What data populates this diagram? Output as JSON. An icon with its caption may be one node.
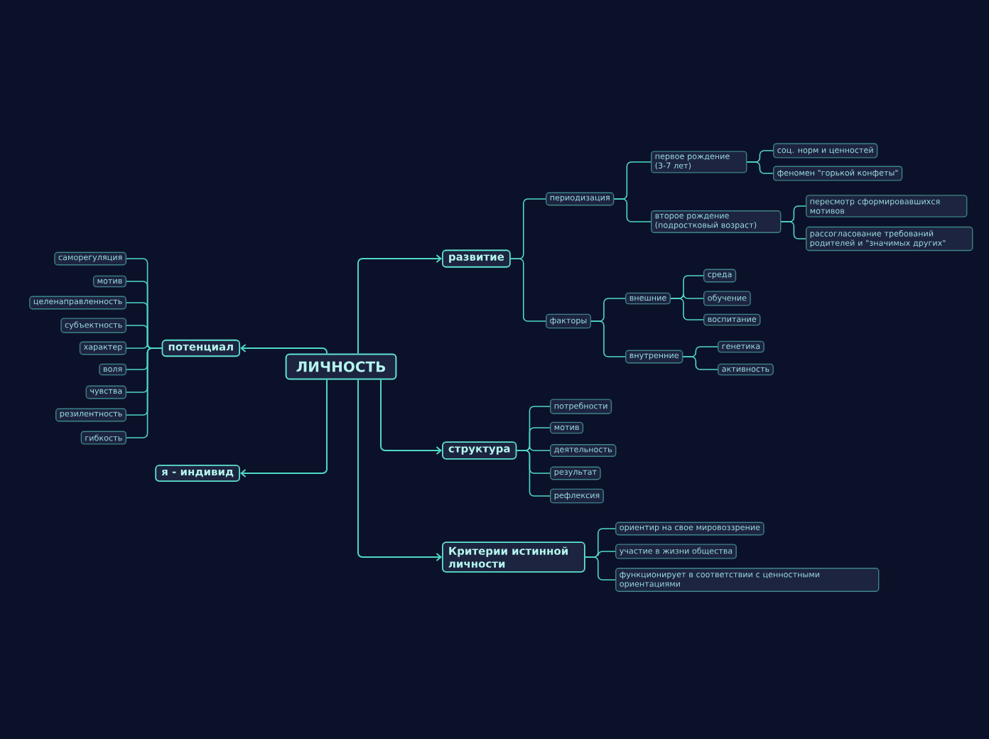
{
  "diagram": {
    "nodes": [
      {
        "text": [
          "ЛИЧНОСТЬ"
        ]
      },
      {
        "text": [
          "развитие"
        ]
      },
      {
        "text": [
          "периодизация"
        ]
      },
      {
        "text": [
          "первое рождение (3-7 лет)"
        ]
      },
      {
        "text": [
          "соц. норм и ценностей"
        ]
      },
      {
        "text": [
          "феномен \"горькой конфеты\""
        ]
      },
      {
        "text": [
          "второе рождение (подростковый возраст)"
        ]
      },
      {
        "text": [
          "пересмотр сформировавшихся мотивов"
        ]
      },
      {
        "text": [
          "рассогласование требований родителей и \"значимых других\""
        ]
      },
      {
        "text": [
          "факторы"
        ]
      },
      {
        "text": [
          "внешние"
        ]
      },
      {
        "text": [
          "среда"
        ]
      },
      {
        "text": [
          "обучение"
        ]
      },
      {
        "text": [
          "воспитание"
        ]
      },
      {
        "text": [
          "внутренние"
        ]
      },
      {
        "text": [
          "генетика"
        ]
      },
      {
        "text": [
          "активность"
        ]
      },
      {
        "text": [
          "структура"
        ]
      },
      {
        "text": [
          "потребности"
        ]
      },
      {
        "text": [
          "мотив"
        ]
      },
      {
        "text": [
          "деятельность"
        ]
      },
      {
        "text": [
          "результат"
        ]
      },
      {
        "text": [
          "рефлексия"
        ]
      },
      {
        "text": [
          "Критерии истинной личности"
        ]
      },
      {
        "text": [
          "ориентир на свое мировоззрение"
        ]
      },
      {
        "text": [
          "участие в жизни общества"
        ]
      },
      {
        "text": [
          "функционирует в соответствии с ценностными ориентациями"
        ]
      },
      {
        "text": [
          "потенциал"
        ]
      },
      {
        "text": [
          "саморегуляция"
        ]
      },
      {
        "text": [
          "мотив"
        ]
      },
      {
        "text": [
          "целенаправленность"
        ]
      },
      {
        "text": [
          "субъектность"
        ]
      },
      {
        "text": [
          "характер"
        ]
      },
      {
        "text": [
          "воля"
        ]
      },
      {
        "text": [
          "чувства"
        ]
      },
      {
        "text": [
          "резилентность"
        ]
      },
      {
        "text": [
          "гибкость"
        ]
      },
      {
        "text": [
          "я - индивид"
        ]
      }
    ],
    "edges": [
      {
        "from": 0,
        "to": 1,
        "arrow": "to"
      },
      {
        "from": 1,
        "to": 2,
        "arrow": "none"
      },
      {
        "from": 2,
        "to": 3,
        "arrow": "none"
      },
      {
        "from": 3,
        "to": 4,
        "arrow": "none"
      },
      {
        "from": 3,
        "to": 5,
        "arrow": "none"
      },
      {
        "from": 2,
        "to": 6,
        "arrow": "none"
      },
      {
        "from": 6,
        "to": 7,
        "arrow": "none"
      },
      {
        "from": 6,
        "to": 8,
        "arrow": "none"
      },
      {
        "from": 1,
        "to": 9,
        "arrow": "none"
      },
      {
        "from": 9,
        "to": 10,
        "arrow": "none"
      },
      {
        "from": 10,
        "to": 11,
        "arrow": "none"
      },
      {
        "from": 10,
        "to": 12,
        "arrow": "none"
      },
      {
        "from": 10,
        "to": 13,
        "arrow": "none"
      },
      {
        "from": 9,
        "to": 14,
        "arrow": "none"
      },
      {
        "from": 14,
        "to": 15,
        "arrow": "none"
      },
      {
        "from": 14,
        "to": 16,
        "arrow": "none"
      },
      {
        "from": 0,
        "to": 17,
        "arrow": "to"
      },
      {
        "from": 17,
        "to": 18,
        "arrow": "none"
      },
      {
        "from": 17,
        "to": 19,
        "arrow": "none"
      },
      {
        "from": 17,
        "to": 20,
        "arrow": "none"
      },
      {
        "from": 17,
        "to": 21,
        "arrow": "none"
      },
      {
        "from": 17,
        "to": 22,
        "arrow": "none"
      },
      {
        "from": 0,
        "to": 23,
        "arrow": "to"
      },
      {
        "from": 23,
        "to": 24,
        "arrow": "none"
      },
      {
        "from": 23,
        "to": 25,
        "arrow": "none"
      },
      {
        "from": 23,
        "to": 26,
        "arrow": "none"
      },
      {
        "from": 0,
        "to": 27,
        "arrow": "to"
      },
      {
        "from": 27,
        "to": 28,
        "arrow": "none"
      },
      {
        "from": 27,
        "to": 29,
        "arrow": "none"
      },
      {
        "from": 27,
        "to": 30,
        "arrow": "none"
      },
      {
        "from": 27,
        "to": 31,
        "arrow": "none"
      },
      {
        "from": 27,
        "to": 32,
        "arrow": "none"
      },
      {
        "from": 27,
        "to": 33,
        "arrow": "none"
      },
      {
        "from": 27,
        "to": 34,
        "arrow": "none"
      },
      {
        "from": 27,
        "to": 35,
        "arrow": "none"
      },
      {
        "from": 27,
        "to": 36,
        "arrow": "none"
      },
      {
        "from": 0,
        "to": 37,
        "arrow": "to"
      }
    ]
  }
}
